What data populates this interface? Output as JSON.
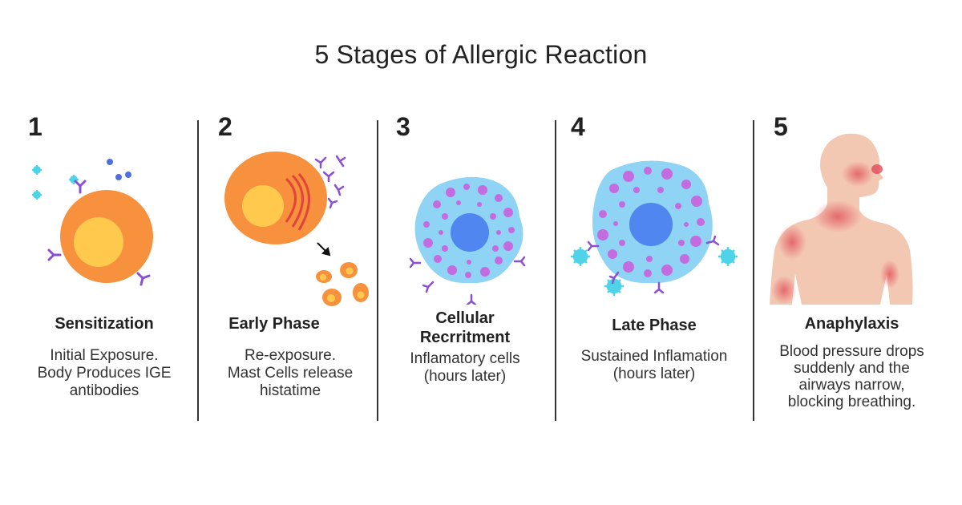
{
  "title": "5 Stages of Allergic Reaction",
  "stages": [
    {
      "number": "1",
      "heading": "Sensitization",
      "description": "Initial Exposure.\nBody Produces IGE\nantibodies"
    },
    {
      "number": "2",
      "heading": "Early Phase",
      "description": "Re-exposure.\nMast Cells release\nhistatime"
    },
    {
      "number": "3",
      "heading": "Cellular\nRecrritment",
      "description": "Inflamatory cells\n(hours later)"
    },
    {
      "number": "4",
      "heading": "Late Phase",
      "description": "Sustained Inflamation\n(hours later)"
    },
    {
      "number": "5",
      "heading": "Anaphylaxis",
      "description": "Blood pressure drops\nsuddenly and the\nairways narrow,\nblocking breathing."
    }
  ],
  "colors": {
    "cell_orange": "#f7913d",
    "nucleus_yellow": "#ffc94d",
    "antibody_purple": "#8a4fd6",
    "allergen_cyan": "#4fd3e8",
    "granule_violet": "#c56be0",
    "cell_blue": "#8fd3f5",
    "nucleus_blue": "#4f86f0",
    "skin": "#f3c8b3",
    "inflammation_red": "#e04a55"
  }
}
